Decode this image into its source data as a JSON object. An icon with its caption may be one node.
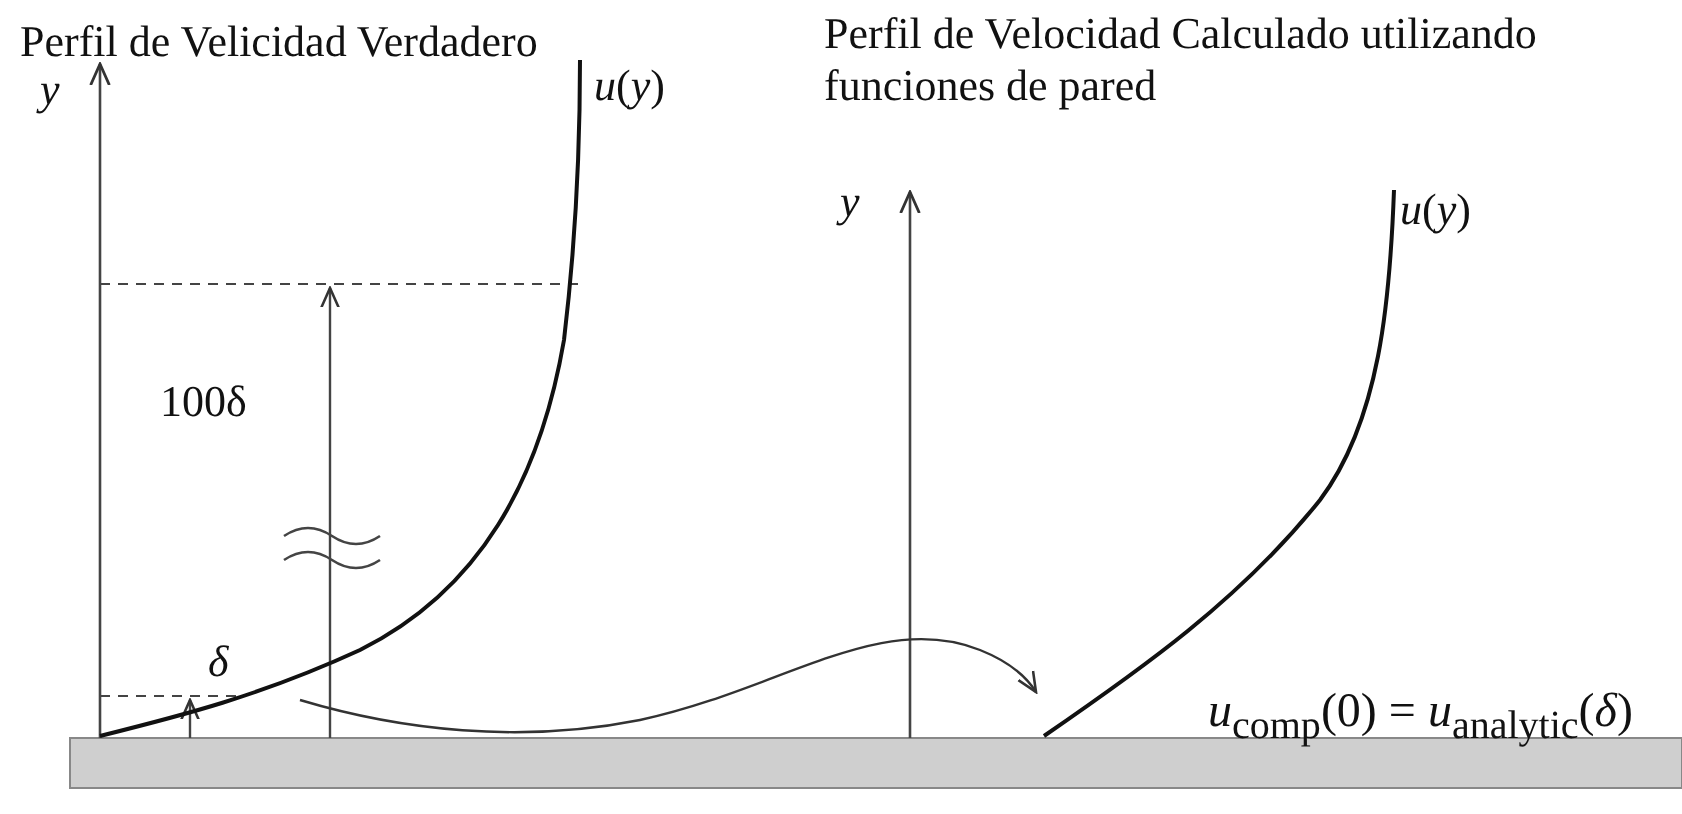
{
  "diagram": {
    "labels": [
      "Perfil de Velicidad Verdadero",
      "Perfil de Velocidad Calculado utilizando funciones de pared",
      "y",
      "*u*(*y*)",
      "100δ",
      "*δ*",
      "y",
      "*u*(*y*)",
      "*u*$_{comp}$(0) = *u*$_{analytic}$(*δ*)"
    ]
  }
}
